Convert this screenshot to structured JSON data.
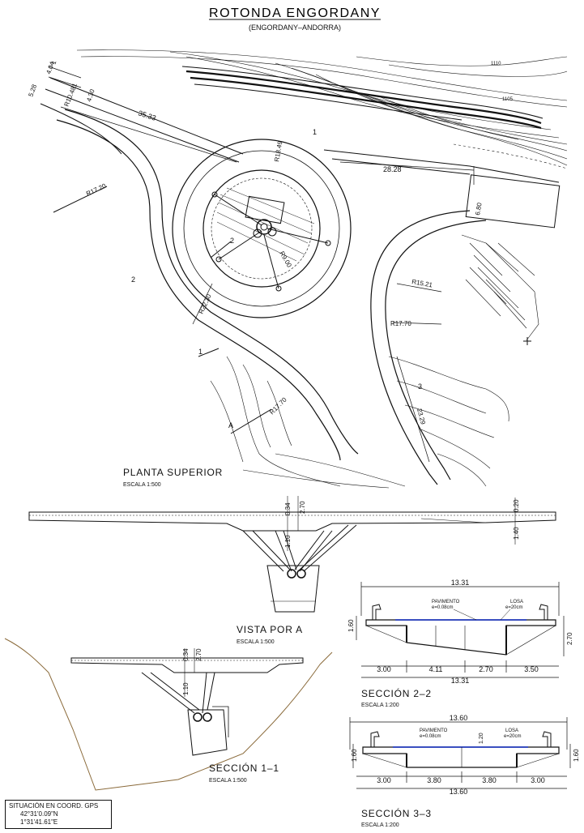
{
  "title": "ROTONDA ENGORDANY",
  "subtitle": "(ENGORDANY–ANDORRA)",
  "plan": {
    "label": "PLANTA SUPERIOR",
    "scale": "ESCALA 1:500",
    "dims": {
      "d528": "5.28",
      "d404": "4.04",
      "d1": "1",
      "r10481": "R10.481",
      "d430": "4.30",
      "d3533": "35.33",
      "r1720a": "R17.20",
      "r1849": "R18.49",
      "d2828": "28.28",
      "d680": "6.80",
      "r1521": "R15.21",
      "r1770a": "R17.70",
      "r2230": "R22.30",
      "r900": "R9.00",
      "r1770b": "R17.70",
      "d2329": "23.29"
    },
    "marks": {
      "m1top": "1",
      "m2left": "2",
      "m2inner": "2",
      "m1left": "1",
      "m3": "3",
      "mA": "A",
      "contour1110": "1110",
      "contour1105": "1105"
    }
  },
  "vista": {
    "label": "VISTA POR A",
    "scale": "ESCALA 1:500",
    "dims": {
      "d034": "0.34",
      "d270": "2.70",
      "d110": "1.10",
      "d020": "0.20",
      "d140": "1.40"
    }
  },
  "sec11": {
    "label": "SECCIÓN 1–1",
    "scale": "ESCALA 1:500",
    "dims": {
      "d034": "0.34",
      "d270": "2.70",
      "d110": "1.10"
    }
  },
  "sec22": {
    "label": "SECCIÓN 2–2",
    "scale": "ESCALA 1:200",
    "dims": {
      "top": "13.31",
      "bottom": "13.31",
      "left": "1.60",
      "right": "2.70",
      "a": "3.00",
      "b": "4.11",
      "c": "2.70",
      "d": "3.50"
    },
    "notes": {
      "pav": "PAVIMENTO",
      "pav_e": "e=0.08cm",
      "losa": "LOSA",
      "losa_e": "e=20cm"
    }
  },
  "sec33": {
    "label": "SECCIÓN 3–3",
    "scale": "ESCALA 1:200",
    "dims": {
      "top": "13.60",
      "bottom": "13.60",
      "left": "1.60",
      "right": "1.60",
      "mid": "1.20",
      "a": "3.00",
      "b": "3.80",
      "c": "3.80",
      "d": "3.00"
    },
    "notes": {
      "pav": "PAVIMENTO",
      "pav_e": "e=0.08cm",
      "losa": "LOSA",
      "losa_e": "e=20cm"
    }
  },
  "gps": {
    "heading": "SITUACIÓN EN COORD. GPS",
    "lat": "42°31'0.09\"N",
    "lon": "1°31'41.61\"E"
  },
  "colors": {
    "ink": "#111111",
    "terrain": "#8a6a3a",
    "pavement": "#3a4fc0"
  }
}
